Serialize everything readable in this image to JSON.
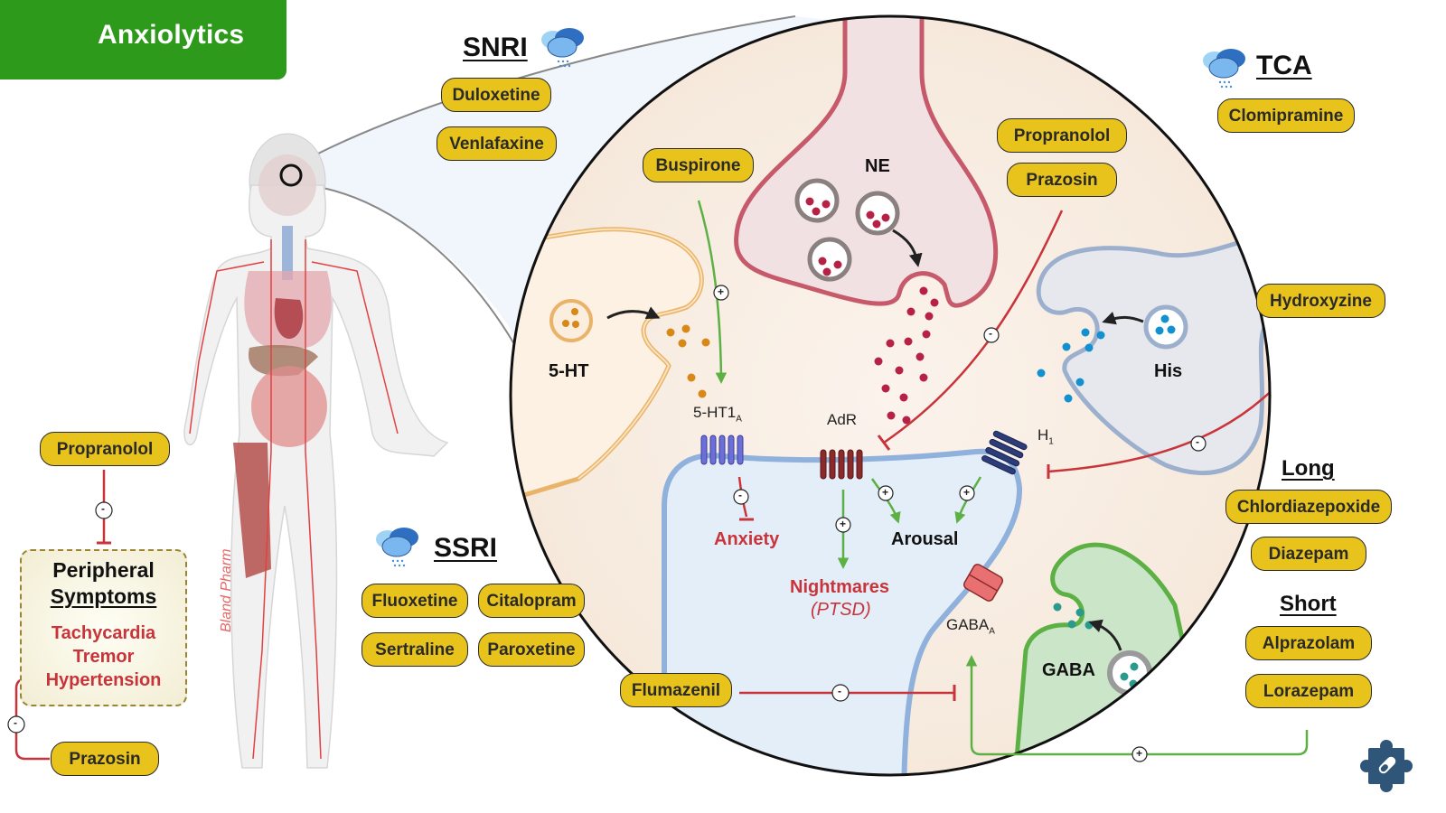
{
  "header": {
    "title": "Anxiolytics",
    "icon": "brain-icon",
    "color": "#2e9a1b"
  },
  "classes": {
    "snri": {
      "title": "SNRI",
      "icon": "rain-cloud-icon",
      "drugs": [
        "Duloxetine",
        "Venlafaxine"
      ]
    },
    "tca": {
      "title": "TCA",
      "icon": "rain-cloud-icon",
      "drugs": [
        "Clomipramine"
      ]
    },
    "ssri": {
      "title": "SSRI",
      "icon": "rain-cloud-icon",
      "drugs": [
        "Fluoxetine",
        "Citalopram",
        "Sertraline",
        "Paroxetine"
      ]
    },
    "benzodiazepines": {
      "long": {
        "title": "Long",
        "drugs": [
          "Chlordiazepoxide",
          "Diazepam"
        ]
      },
      "short": {
        "title": "Short",
        "drugs": [
          "Alprazolam",
          "Lorazepam"
        ]
      }
    }
  },
  "synapse": {
    "drugs": {
      "buspirone": "Buspirone",
      "propranolol": "Propranolol",
      "prazosin": "Prazosin",
      "hydroxyzine": "Hydroxyzine",
      "flumazenil": "Flumazenil"
    },
    "neurotransmitters": {
      "serotonin": "5-HT",
      "norepinephrine": "NE",
      "histamine": "His",
      "gaba": "GABA"
    },
    "receptors": {
      "ht1a": {
        "base": "5-HT1",
        "sub": "A"
      },
      "adr": {
        "base": "AdR",
        "sub": ""
      },
      "h1": {
        "base": "H",
        "sub": "1"
      },
      "gabaa": {
        "base": "GABA",
        "sub": "A"
      }
    },
    "effects": {
      "anxiety": "Anxiety",
      "arousal": "Arousal",
      "nightmares": "Nightmares",
      "ptsd": "(PTSD)"
    },
    "signs": {
      "plus": "+",
      "minus": "-"
    }
  },
  "peripheral": {
    "drug_top": "Propranolol",
    "drug_bottom": "Prazosin",
    "title_line1": "Peripheral",
    "title_line2": "Symptoms",
    "symptoms": [
      "Tachycardia",
      "Tremor",
      "Hypertension"
    ]
  },
  "body": {
    "watermark": "Bland Pharm"
  },
  "colors": {
    "pill": "#e8c31c",
    "inhibit": "#c8343a",
    "stimulate": "#5cb044",
    "logo": "#2f5578"
  },
  "footer": {
    "logo": "puzzle-pill-icon"
  }
}
